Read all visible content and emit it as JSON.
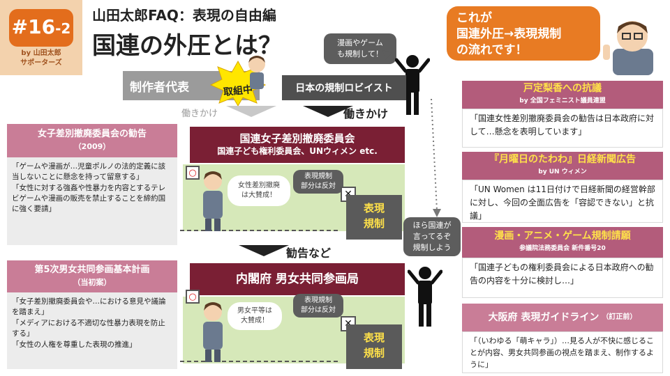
{
  "header": {
    "badge_main": "#16",
    "badge_sub": "-2",
    "badge_by_line1": "by 山田太郎",
    "badge_by_line2": "サポーターズ",
    "title_sub": "山田太郎FAQ：表現の自由編",
    "title_main": "国連の外圧とは？"
  },
  "callout": {
    "line1": "これが",
    "line2": "国連外圧→表現規制",
    "line3": "の流れです！"
  },
  "bubbles": {
    "top": "漫画やゲーム\nも規制して！",
    "middle": "ほら国連が\n言ってるぞ\n規制しよう"
  },
  "actors": {
    "creator_rep": "制作者代表",
    "working_badge": "取組中",
    "lobbyist": "日本の規制ロビイスト"
  },
  "flow_labels": {
    "influence_light": "働きかけ",
    "influence_bold": "働きかけ",
    "recommendation": "勧告など"
  },
  "left_panels": [
    {
      "title": "女子差別撤廃委員会の勧告",
      "subtitle": "（2009）",
      "paragraphs": [
        "「ゲームや漫画が…児童ポルノの法的定義に該当しないことに懸念を持って留意する」",
        "「女性に対する強姦や性暴力を内容とするテレビゲームや漫画の販売を禁止することを締約国に強く要請」"
      ]
    },
    {
      "title": "第5次男女共同参画基本計画",
      "subtitle": "（当初案）",
      "paragraphs": [
        "「女子差別撤廃委員会や…における意見や議論を踏まえ」",
        "「メディアにおける不適切な性暴力表現を防止する」",
        "「女性の人権を尊重した表現の推進」"
      ]
    }
  ],
  "center": {
    "un_box_title": "国連女子差別撤廃委員会",
    "un_box_subtitle": "国連子ども権利委員会、UNウィメン etc.",
    "un_speech": "女性差別撤廃\nは大賛成！",
    "un_oppose": "表現規制\n部分は反対",
    "cabinet_title": "内閣府 男女共同参画局",
    "cabinet_speech": "男女平等は\n大賛成！",
    "cabinet_oppose": "表現規制\n部分は反対",
    "regulation_label_1": "表現\n規制",
    "regulation_label_2": "表現\n規制",
    "sign_ok": "○",
    "sign_x": "✕"
  },
  "right_panels": [
    {
      "title": "戸定梨香への抗議",
      "subtitle": "by 全国フェミニスト議員連盟",
      "body": "「国連女性差別撤廃委員会の勧告は日本政府に対して…懸念を表明しています」"
    },
    {
      "title": "『月曜日のたわわ』日経新聞広告",
      "subtitle": "by UN ウィメン",
      "body": "「UN Women は11日付けで日経新聞の経営幹部に対し、今回の全面広告を「容認できない」と抗議」"
    },
    {
      "title": "漫画・アニメ・ゲーム規制請願",
      "subtitle": "参議院法務委員会 新件番号20",
      "body": "「国連子どもの権利委員会による日本政府への勧告の内容を十分に検討し…」"
    },
    {
      "title": "大阪府 表現ガイドライン",
      "subtitle": "（訂正前）",
      "body": "「（いわゆる「萌キャラ」）…見る人が不快に感じることが内容、男女共同参画の視点を踏まえ、制作するように」"
    }
  ],
  "colors": {
    "orange": "#e36d1c",
    "pink": "#c97d97",
    "maroon": "#7a1f34",
    "green": "#d6e8b9",
    "yellow": "#ffe14a"
  }
}
